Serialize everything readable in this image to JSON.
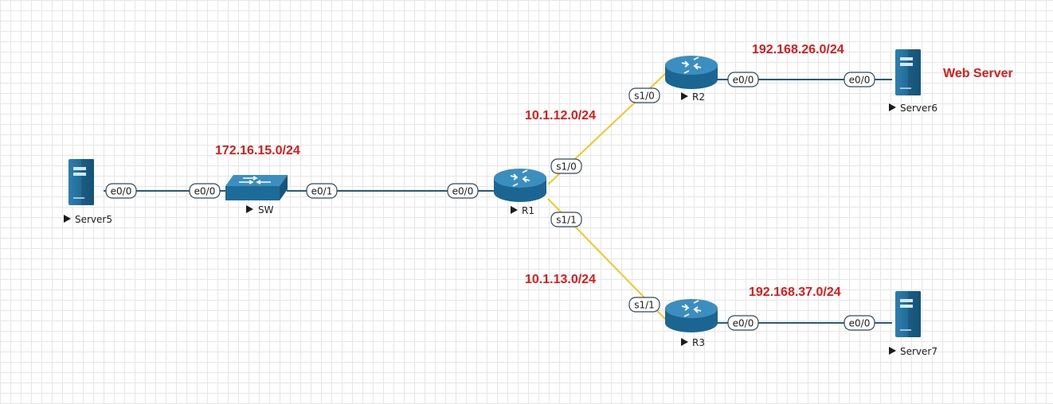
{
  "colors": {
    "ethernet_link": "#1b5f86",
    "serial_link": "#f2c81e",
    "device_body": "#1e6a96",
    "network_label": "#e31818"
  },
  "nodes": {
    "server5": {
      "label": "Server5",
      "icon": "server-icon"
    },
    "sw": {
      "label": "SW",
      "icon": "switch-icon"
    },
    "r1": {
      "label": "R1",
      "icon": "router-icon"
    },
    "r2": {
      "label": "R2",
      "icon": "router-icon"
    },
    "r3": {
      "label": "R3",
      "icon": "router-icon"
    },
    "server6": {
      "label": "Server6",
      "icon": "server-icon"
    },
    "server7": {
      "label": "Server7",
      "icon": "server-icon"
    }
  },
  "ports": {
    "server5_e0_0": "e0/0",
    "sw_e0_0": "e0/0",
    "sw_e0_1": "e0/1",
    "r1_e0_0": "e0/0",
    "r1_s1_0": "s1/0",
    "r1_s1_1": "s1/1",
    "r2_s1_0": "s1/0",
    "r2_e0_0": "e0/0",
    "server6_e0_0": "e0/0",
    "r3_s1_1": "s1/1",
    "r3_e0_0": "e0/0",
    "server7_e0_0": "e0/0"
  },
  "networks": {
    "lan_sw": "172.16.15.0/24",
    "r1_r2": "10.1.12.0/24",
    "r1_r3": "10.1.13.0/24",
    "r2_lan": "192.168.26.0/24",
    "r3_lan": "192.168.37.0/24"
  },
  "annotations": {
    "web_server": "Web Server"
  }
}
